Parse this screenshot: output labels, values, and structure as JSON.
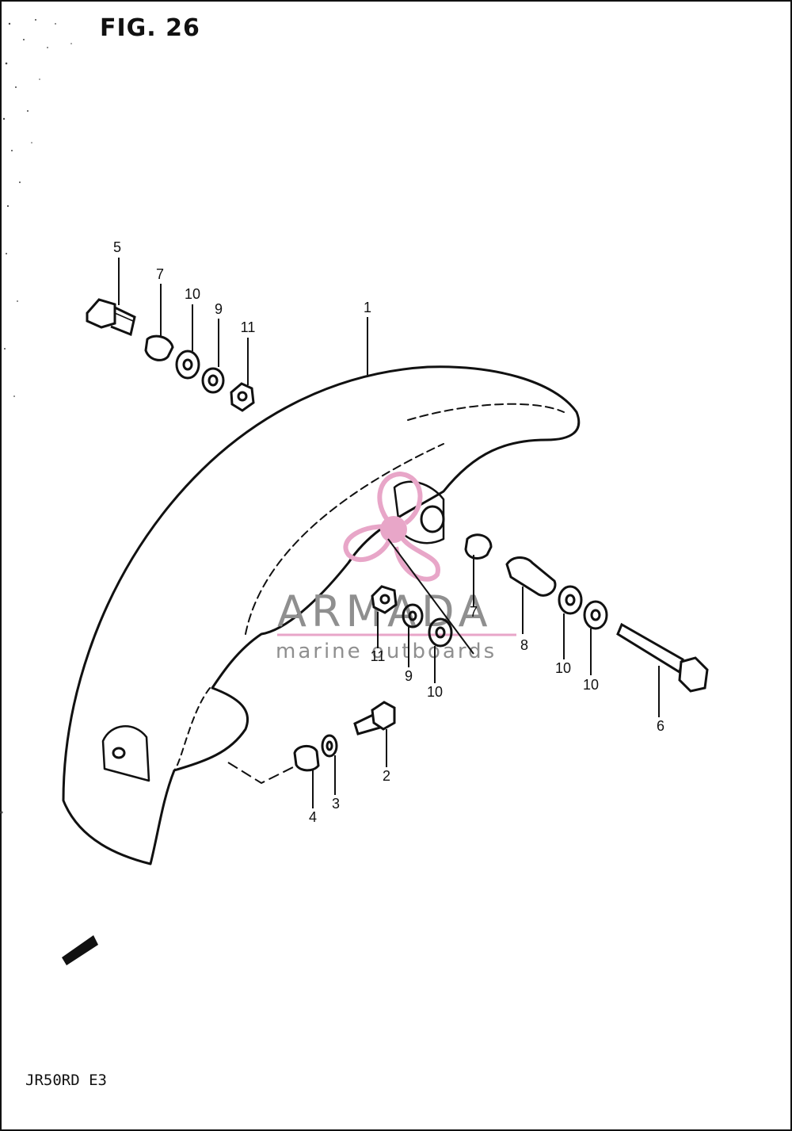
{
  "figure_title": "FIG. 26",
  "model_code": "JR50RD E3",
  "watermark": {
    "brand": "ARMADA",
    "tagline": "marine outboards",
    "accent_color": "#e8a6c8",
    "icon": "propeller-icon"
  },
  "callouts": [
    {
      "id": "c1",
      "label": "1"
    },
    {
      "id": "c2",
      "label": "2"
    },
    {
      "id": "c3",
      "label": "3"
    },
    {
      "id": "c4",
      "label": "4"
    },
    {
      "id": "c5",
      "label": "5"
    },
    {
      "id": "c6",
      "label": "6"
    },
    {
      "id": "c7a",
      "label": "7"
    },
    {
      "id": "c7b",
      "label": "7"
    },
    {
      "id": "c8",
      "label": "8"
    },
    {
      "id": "c9a",
      "label": "9"
    },
    {
      "id": "c9b",
      "label": "9"
    },
    {
      "id": "c10a",
      "label": "10"
    },
    {
      "id": "c10b",
      "label": "10"
    },
    {
      "id": "c10c",
      "label": "10"
    },
    {
      "id": "c10d",
      "label": "10"
    },
    {
      "id": "c11a",
      "label": "11"
    },
    {
      "id": "c11b",
      "label": "11"
    }
  ]
}
